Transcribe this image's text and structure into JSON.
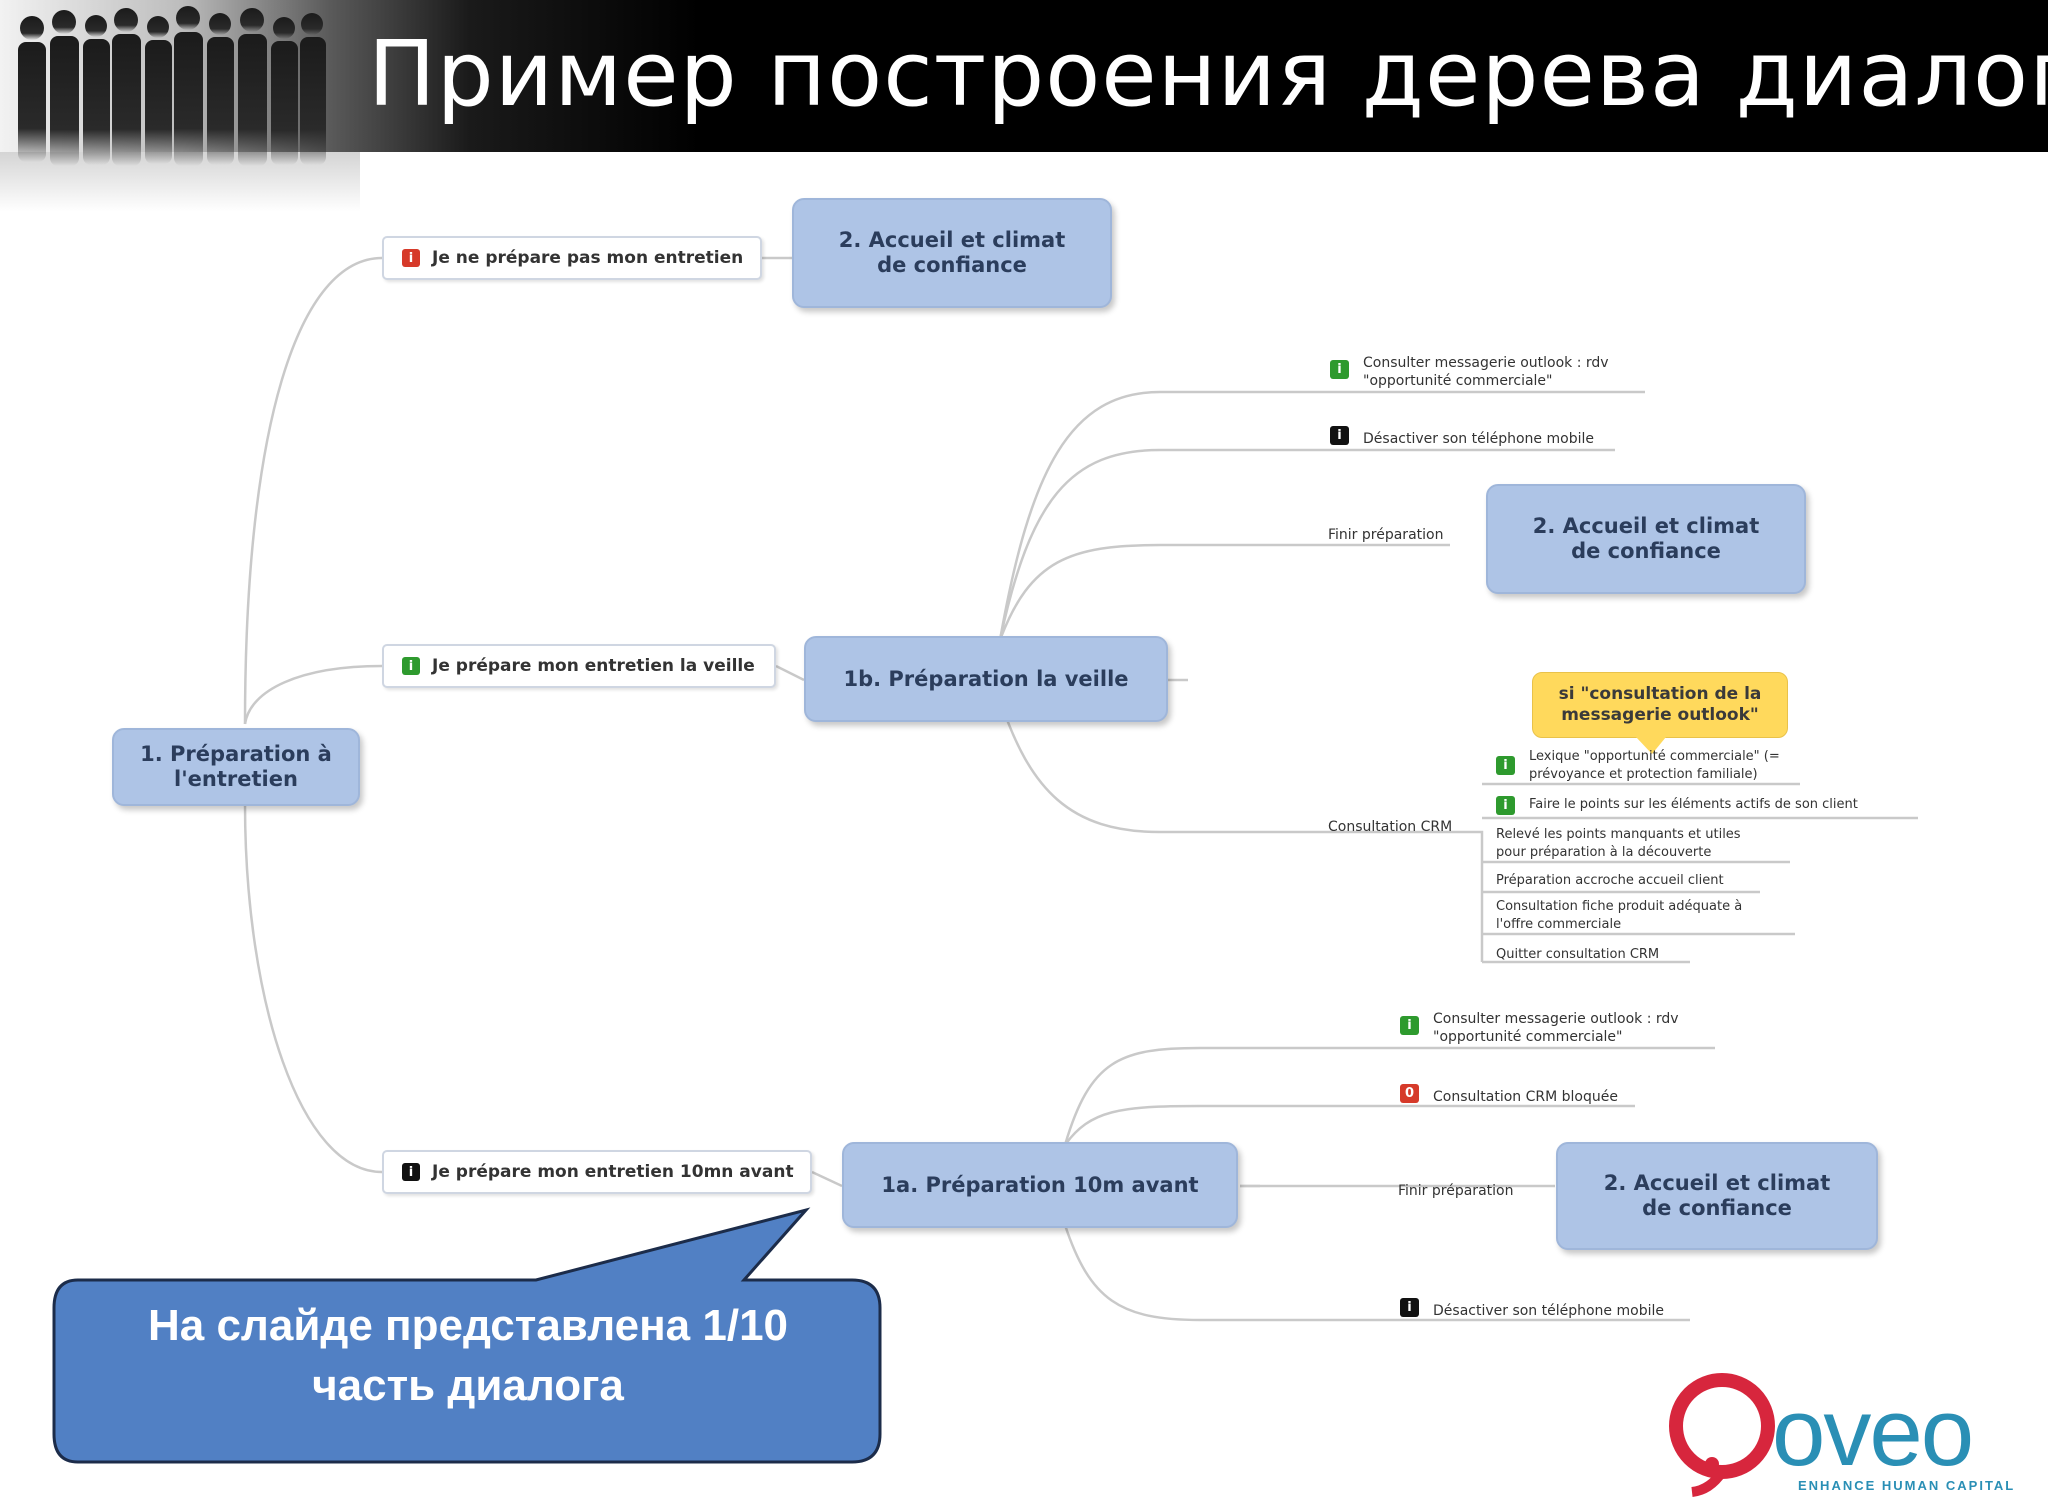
{
  "header": {
    "title": "Пример построения дерева диалога"
  },
  "colors": {
    "node_fill": "#aec4e6",
    "note_fill": "#ffd95c",
    "callout_fill": "#5180c4",
    "logo_red": "#d7263d",
    "logo_blue": "#2a8fb5"
  },
  "nodes": {
    "root": "1. Préparation à\nl'entretien",
    "accueil_top": "2. Accueil et climat\nde confiance",
    "prep_veille": "1b. Préparation la veille",
    "accueil_mid": "2. Accueil et climat\nde confiance",
    "prep_10m": "1a. Préparation 10m avant",
    "accueil_bottom": "2. Accueil et climat\nde confiance"
  },
  "choices": {
    "no_prep": {
      "badge": "red-info-icon",
      "label": "Je ne prépare pas mon entretien"
    },
    "prep_veille": {
      "badge": "green-info-icon",
      "label": "Je prépare mon entretien la veille"
    },
    "prep_10m": {
      "badge": "black-info-icon",
      "label": "Je prépare mon entretien 10mn avant"
    }
  },
  "veille_leaves": {
    "outlook": "Consulter messagerie outlook : rdv\n\"opportunité commerciale\"",
    "phone": "Désactiver son téléphone mobile",
    "finish": "Finir préparation",
    "crm": "Consultation CRM"
  },
  "crm_note": "si \"consultation de la\nmessagerie outlook\"",
  "crm_items": [
    "Lexique \"opportunité commerciale\" (=\nprévoyance et protection familiale)",
    "Faire le points sur les éléments actifs de son client",
    "Relevé les points manquants et utiles\npour préparation à la découverte",
    "Préparation accroche accueil client",
    "Consultation fiche produit adéquate à\nl'offre commerciale",
    "Quitter consultation CRM"
  ],
  "tenm_leaves": {
    "outlook": "Consulter messagerie outlook : rdv\n\"opportunité commerciale\"",
    "crm_blocked": "Consultation CRM bloquée",
    "finish": "Finir préparation",
    "phone": "Désactiver son téléphone mobile"
  },
  "badges": {
    "info": "i",
    "stop": "0"
  },
  "callout": {
    "text": "На слайде представлена 1/10\nчасть диалога"
  },
  "logo": {
    "text": "Qoveo",
    "tagline": "ENHANCE HUMAN CAPITAL"
  }
}
